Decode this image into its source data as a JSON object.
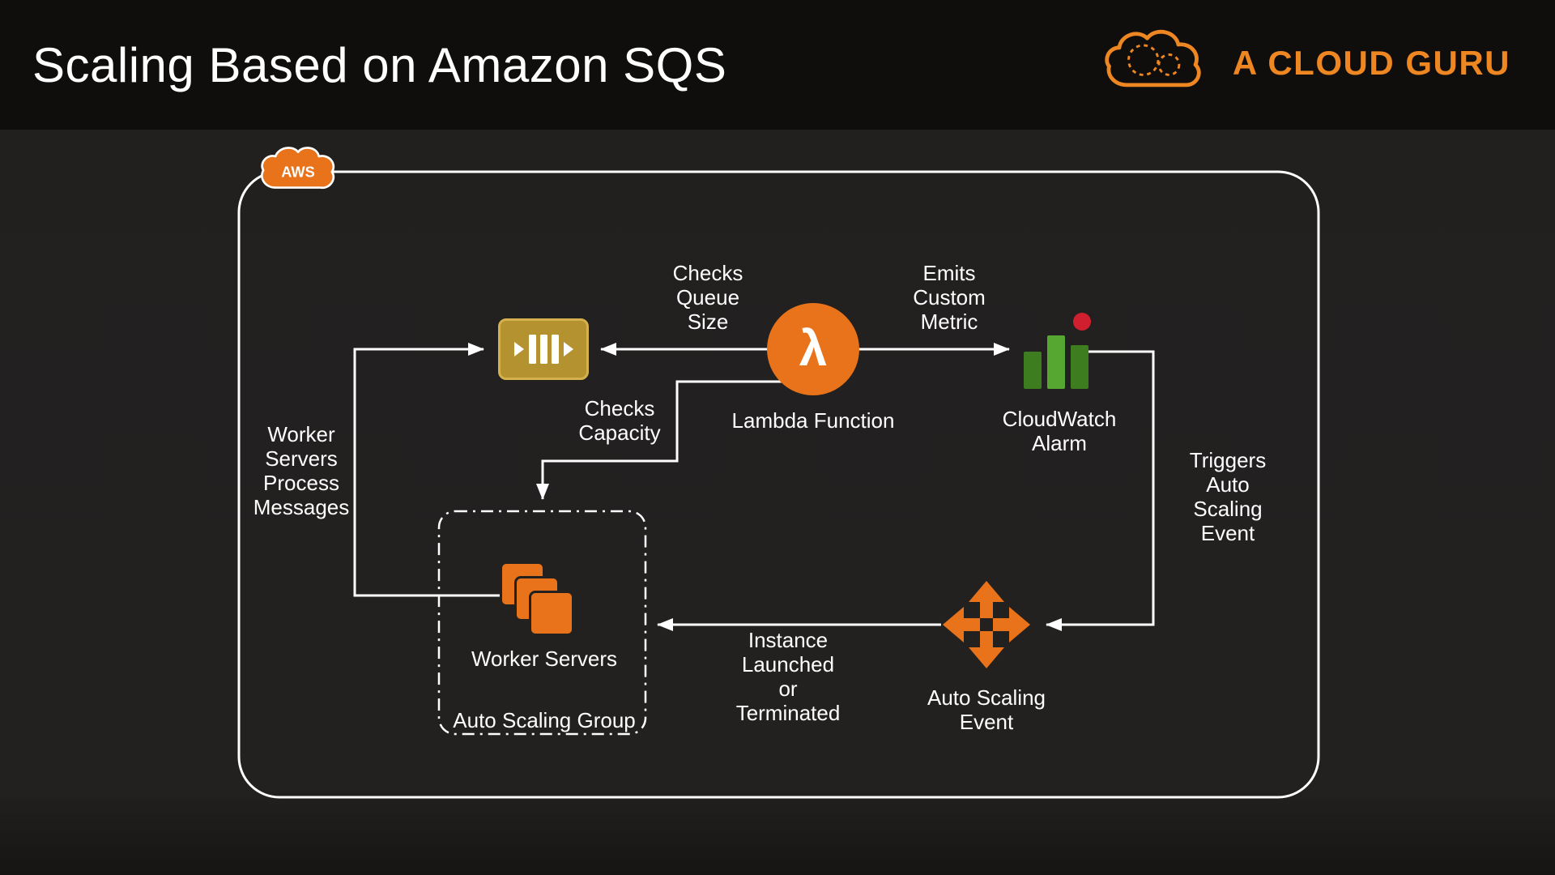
{
  "header": {
    "title": "Scaling Based on Amazon SQS",
    "brand": "A CLOUD GURU"
  },
  "colors": {
    "orange": "#E8731A",
    "brand": "#EE8722",
    "gold": "#B3922F",
    "goldline": "#D4B14C",
    "greendark": "#3E7D1F",
    "greenlight": "#56A632",
    "red": "#D01F2E",
    "line": "#FFFFFF"
  },
  "diagram": {
    "aws_badge": "AWS",
    "lambda_symbol": "λ",
    "labels": {
      "lambda": "Lambda Function",
      "cloudwatch": [
        "CloudWatch",
        "Alarm"
      ],
      "worker_servers": "Worker Servers",
      "auto_scaling_group": "Auto Scaling Group",
      "auto_scaling_event": [
        "Auto Scaling",
        "Event"
      ]
    },
    "annotations": {
      "checks_queue_size": [
        "Checks",
        "Queue",
        "Size"
      ],
      "emits_custom_metric": [
        "Emits",
        "Custom",
        "Metric"
      ],
      "checks_capacity": [
        "Checks",
        "Capacity"
      ],
      "worker_servers_process": [
        "Worker",
        "Servers",
        "Process",
        "Messages"
      ],
      "triggers_auto_scaling": [
        "Triggers",
        "Auto",
        "Scaling",
        "Event"
      ],
      "instance_launched": [
        "Instance",
        "Launched",
        "or",
        "Terminated"
      ]
    }
  }
}
